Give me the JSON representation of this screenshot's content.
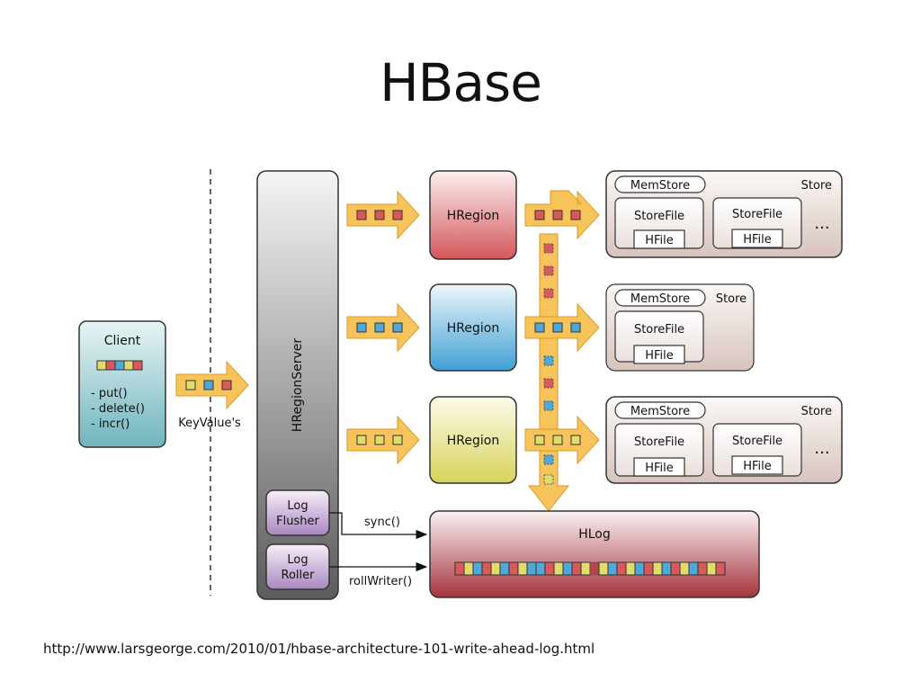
{
  "title": "HBase",
  "footer_link": "http://www.larsgeorge.com/2010/01/hbase-architecture-101-write-ahead-log.html",
  "diagram": {
    "client": {
      "label": "Client",
      "methods": [
        "- put()",
        "- delete()",
        "- incr()"
      ]
    },
    "keyvalues_label": "KeyValue's",
    "region_server_label": "HRegionServer",
    "log_flusher": [
      "Log",
      "Flusher"
    ],
    "log_roller": [
      "Log",
      "Roller"
    ],
    "sync_label": "sync()",
    "roll_writer_label": "rollWriter()",
    "hlog_label": "HLog",
    "regions": [
      {
        "label": "HRegion",
        "color": "#d9585b"
      },
      {
        "label": "HRegion",
        "color": "#4fa9d8"
      },
      {
        "label": "HRegion",
        "color": "#e2dc6a"
      }
    ],
    "stores": [
      {
        "memstore": "MemStore",
        "store": "Store",
        "storefiles": [
          "StoreFile",
          "StoreFile"
        ],
        "hfile": "HFile",
        "ellipsis": "..."
      },
      {
        "memstore": "MemStore",
        "store": "Store",
        "storefiles": [
          "StoreFile"
        ],
        "hfile": "HFile",
        "ellipsis": ""
      },
      {
        "memstore": "MemStore",
        "store": "Store",
        "storefiles": [
          "StoreFile",
          "StoreFile"
        ],
        "hfile": "HFile",
        "ellipsis": "..."
      }
    ],
    "colors": {
      "red": "#d9585b",
      "blue": "#4fa9d8",
      "yellow": "#e2dc6a",
      "arrow": "#f6c45a",
      "hlog_red": "#b7454c"
    }
  }
}
